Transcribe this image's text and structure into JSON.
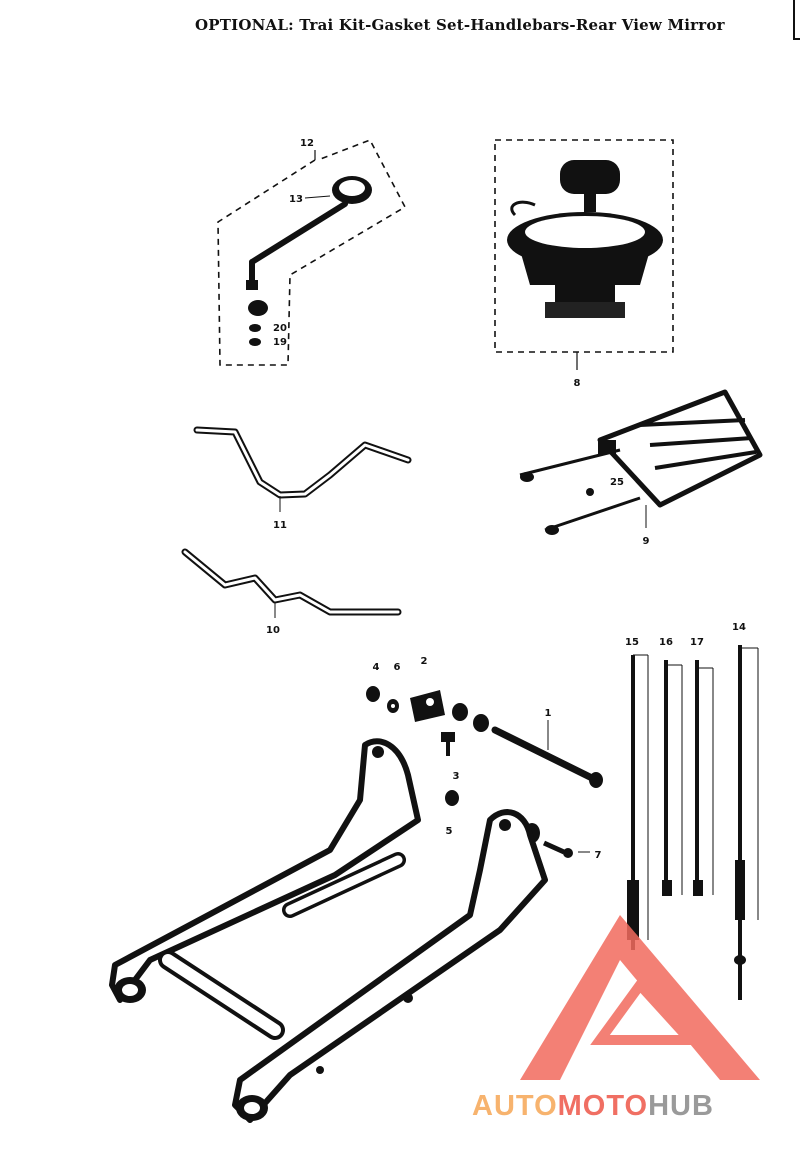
{
  "header": {
    "title": "OPTIONAL: Trai Kit-Gasket Set-Handlebars-Rear View Mirror"
  },
  "watermark": {
    "part1": "AUTO",
    "part2": "MOTO",
    "part3": "HUB",
    "colors": {
      "auto": "#f7b36e",
      "moto": "#f06f63",
      "hub": "#9a9a9a",
      "logo": "#f26b5e"
    }
  },
  "callouts": {
    "mirror_group": "12",
    "mirror": "13",
    "mirror_nut": "20",
    "mirror_washer": "19",
    "tank_bag": "8",
    "handlebar_high": "11",
    "handlebar_low": "10",
    "carrier": "9",
    "carrier_bolt": "25",
    "washer_4": "4",
    "washer_6": "6",
    "bracket": "2",
    "pivot_shaft": "1",
    "bolt_3": "3",
    "nut_5": "5",
    "bolt_7": "7",
    "cable_15": "15",
    "cable_16": "16",
    "cable_17": "17",
    "cable_14": "14"
  }
}
